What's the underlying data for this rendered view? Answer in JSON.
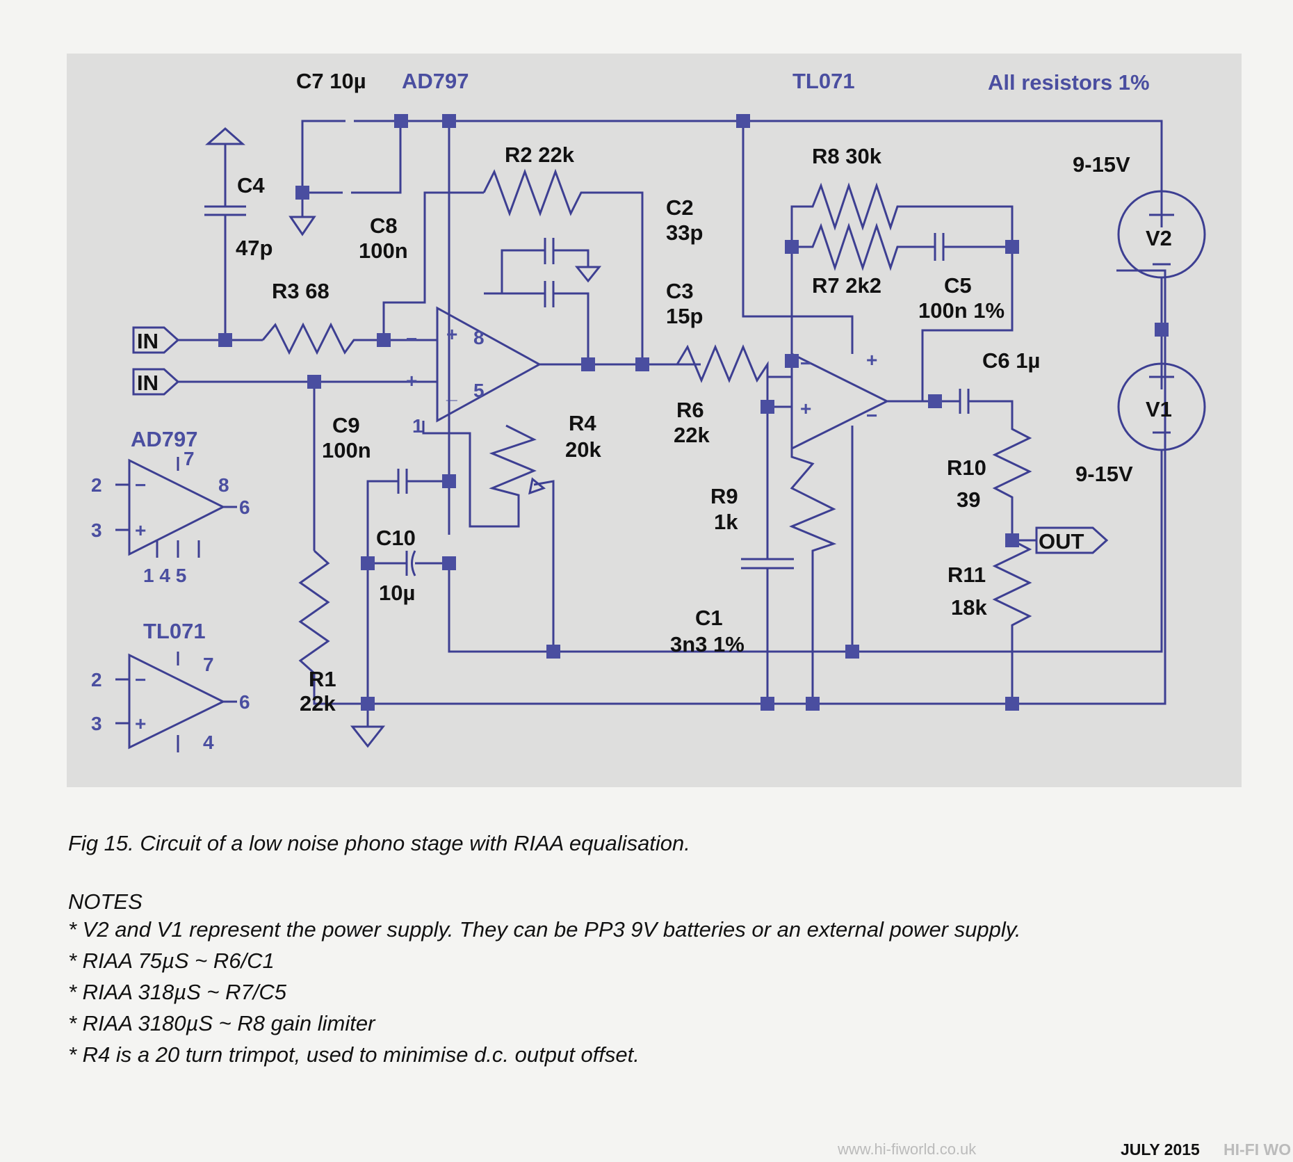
{
  "schematic": {
    "header_labels": {
      "ad797": "AD797",
      "tl071": "TL071",
      "resistor_note": "All resistors 1%"
    },
    "components": {
      "c7": "C7 10µ",
      "c4_name": "C4",
      "c4_value": "47p",
      "c8_name": "C8",
      "c8_value": "100n",
      "r2": "R2  22k",
      "c2_name": "C2",
      "c2_value": "33p",
      "c3_name": "C3",
      "c3_value": "15p",
      "r3": "R3  68",
      "r8": "R8  30k",
      "r7": "R7  2k2",
      "c5_name": "C5",
      "c5_value": "100n 1%",
      "c6": "C6  1µ",
      "r4_name": "R4",
      "r4_value": "20k",
      "r6_name": "R6",
      "r6_value": "22k",
      "c9_name": "C9",
      "c9_value": "100n",
      "c10_name": "C10",
      "c10_value": "10µ",
      "r9_name": "R9",
      "r9_value": "1k",
      "c1_name": "C1",
      "c1_value": "3n3 1%",
      "r1_name": "R1",
      "r1_value": "22k",
      "r10_name": "R10",
      "r10_value": "39",
      "r11_name": "R11",
      "r11_value": "18k",
      "v2": "V2",
      "v1": "V1",
      "v2_supply": "9-15V",
      "v1_supply": "9-15V"
    },
    "ports": {
      "in_top": "IN",
      "in_bottom": "IN",
      "out": "OUT"
    },
    "main_opamp_pins": {
      "p8": "8",
      "p5": "5",
      "p1": "1"
    },
    "pinouts": {
      "ad797": {
        "title": "AD797",
        "p2": "2",
        "p3": "3",
        "p6": "6",
        "p7": "7",
        "p8": "8",
        "bottom": "1 4 5"
      },
      "tl071": {
        "title": "TL071",
        "p2": "2",
        "p3": "3",
        "p6": "6",
        "p7": "7",
        "p4": "4"
      }
    },
    "colors": {
      "wire": "#3d3f92",
      "node": "#4a4ea0",
      "panel": "#dededd",
      "text": "#111111"
    }
  },
  "caption": "Fig 15. Circuit of a low noise phono stage with RIAA equalisation.",
  "notes": {
    "title": "NOTES",
    "items": [
      "* V2 and V1 represent the power supply. They can be PP3 9V batteries or an external power supply.",
      "* RIAA 75µS ~ R6/C1",
      "* RIAA 318µS ~ R7/C5",
      "* RIAA 3180µS ~ R8 gain limiter",
      "* R4 is a 20 turn trimpot, used to minimise d.c. output offset."
    ]
  },
  "footer": {
    "url": "www.hi-fiworld.co.uk",
    "issue": "JULY 2015",
    "magazine": "HI-FI WO"
  }
}
